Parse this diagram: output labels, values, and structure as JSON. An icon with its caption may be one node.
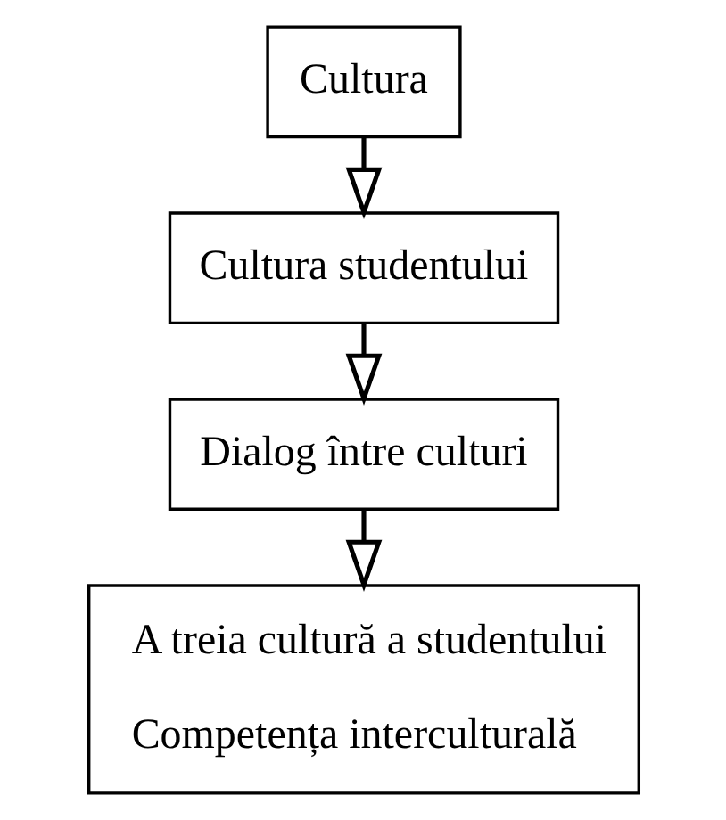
{
  "diagram": {
    "nodes": [
      {
        "text": [
          "Cultura"
        ]
      },
      {
        "text": [
          "Cultura studentului"
        ]
      },
      {
        "text": [
          "Dialog între culturi"
        ]
      },
      {
        "text": [
          "A treia cultură a studentului",
          "Competența interculturală"
        ]
      }
    ],
    "edges": [
      {
        "from": 0,
        "to": 1,
        "arrow": "to"
      },
      {
        "from": 1,
        "to": 2,
        "arrow": "to"
      },
      {
        "from": 2,
        "to": 3,
        "arrow": "to"
      }
    ]
  }
}
